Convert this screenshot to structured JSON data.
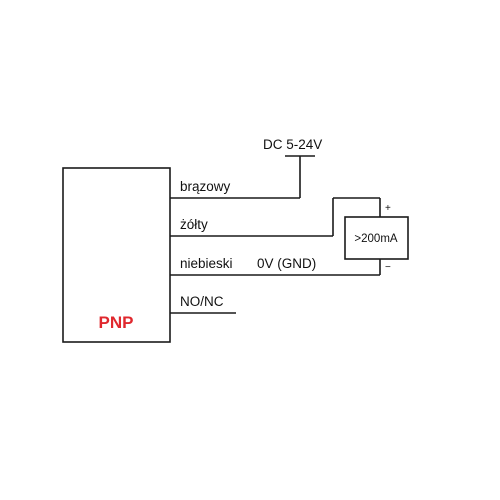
{
  "sensor": {
    "type_label": "PNP",
    "type_color": "#e0282e"
  },
  "supply": {
    "label": "DC 5-24V"
  },
  "wires": {
    "brown": "brązowy",
    "yellow": "żółty",
    "blue": "niebieski",
    "ground": "0V (GND)",
    "output": "NO/NC"
  },
  "load": {
    "label": ">200mA",
    "plus": "+",
    "minus": "−"
  }
}
